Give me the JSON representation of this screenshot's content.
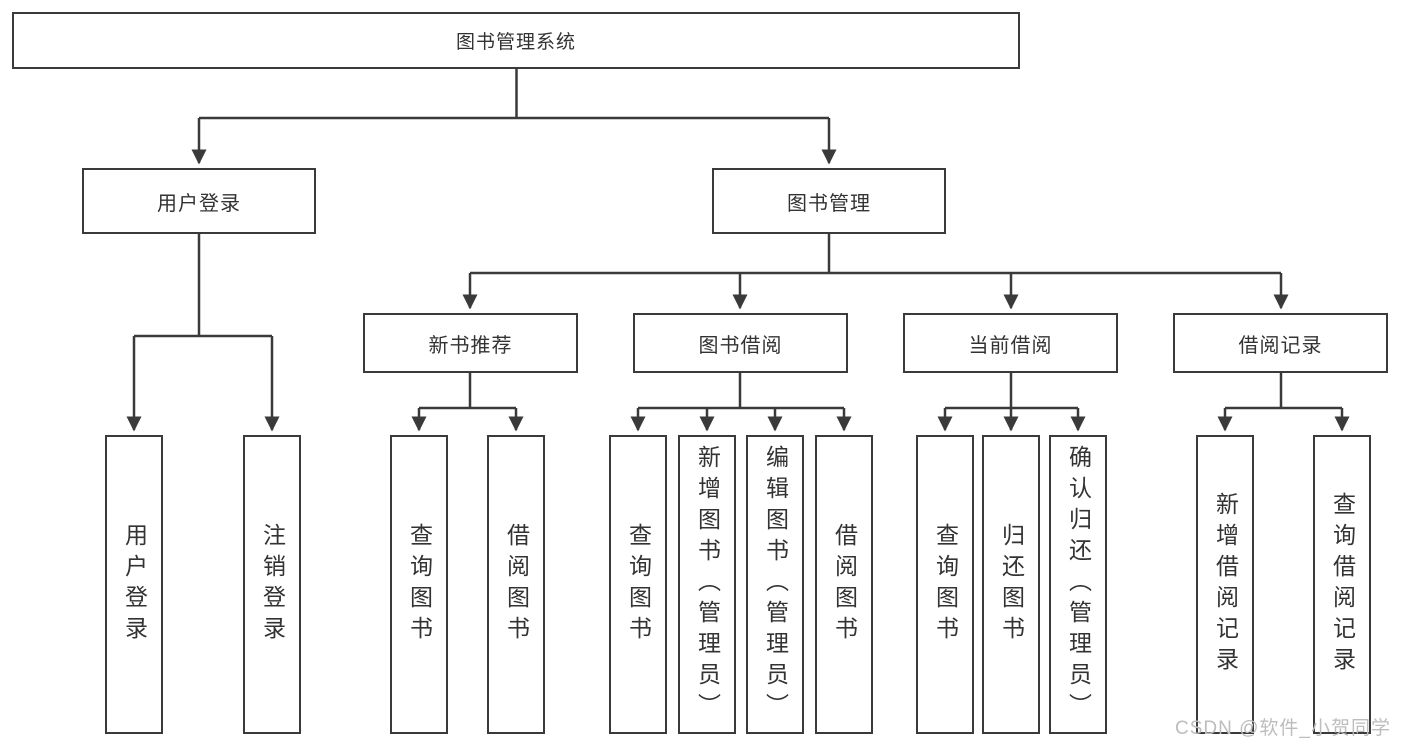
{
  "colors": {
    "line": "#3a3a3a",
    "box_border": "#3a3a3a",
    "box_background": "#ffffff",
    "text": "#333333",
    "watermark_text": "#bdbdbd"
  },
  "diagram": {
    "root": {
      "label": "图书管理系统"
    },
    "user_login": {
      "label": "用户登录",
      "children": [
        {
          "label": "用户登录"
        },
        {
          "label": "注销登录"
        }
      ]
    },
    "book_management": {
      "label": "图书管理",
      "sections": [
        {
          "label": "新书推荐",
          "children": [
            {
              "label": "查询图书"
            },
            {
              "label": "借阅图书"
            }
          ]
        },
        {
          "label": "图书借阅",
          "children": [
            {
              "label": "查询图书"
            },
            {
              "label": "新增图书（管理员）"
            },
            {
              "label": "编辑图书（管理员）"
            },
            {
              "label": "借阅图书"
            }
          ]
        },
        {
          "label": "当前借阅",
          "children": [
            {
              "label": "查询图书"
            },
            {
              "label": "归还图书"
            },
            {
              "label": "确认归还（管理员）"
            }
          ]
        },
        {
          "label": "借阅记录",
          "children": [
            {
              "label": "新增借阅记录"
            },
            {
              "label": "查询借阅记录"
            }
          ]
        }
      ]
    }
  },
  "watermark": "CSDN @软件_小贺同学"
}
